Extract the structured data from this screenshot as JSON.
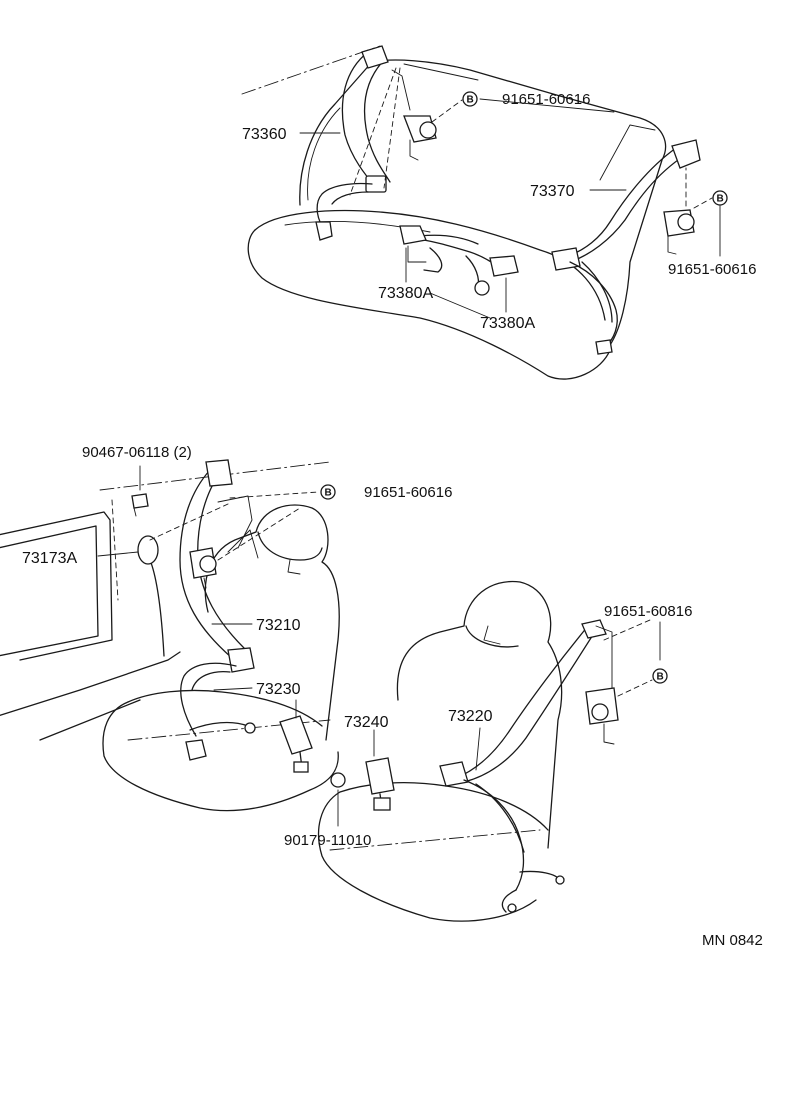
{
  "labels": {
    "rear_left_belt": "73360",
    "rear_right_belt": "73370",
    "rear_center_belt_a": "73380A",
    "rear_center_belt_b": "73380A",
    "rear_bolt_top": "91651-60616",
    "rear_bolt_right": "91651-60616",
    "front_clip": "90467-06118  (2)",
    "front_bolt_left": "91651-60616",
    "front_cover": "73173A",
    "front_left_belt": "73210",
    "front_left_buckle": "73230",
    "front_right_buckle": "73240",
    "front_right_belt": "73220",
    "front_bolt_right": "91651-60816",
    "front_nut": "90179-11010",
    "diagram_code": "MN 0842"
  },
  "badge_letter": "B",
  "colors": {
    "line": "#1a1a1a",
    "background": "#ffffff"
  }
}
